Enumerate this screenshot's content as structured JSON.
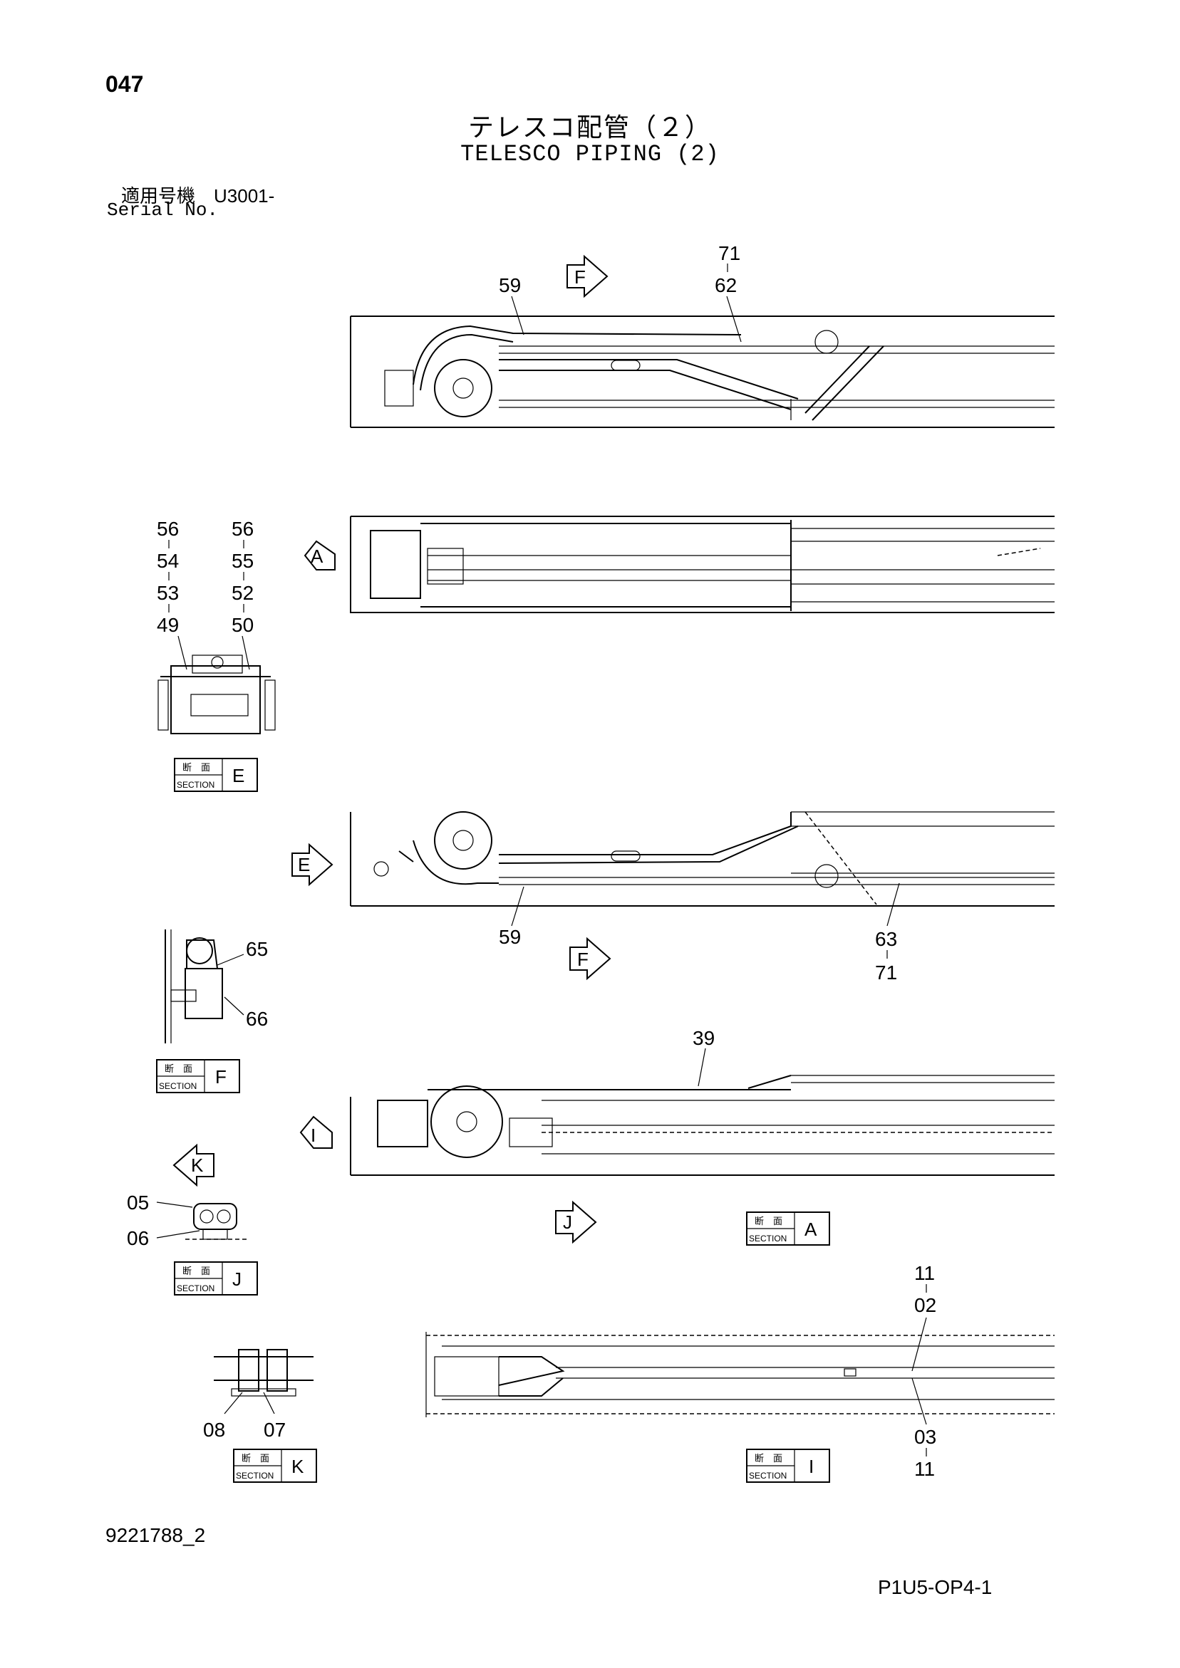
{
  "page": {
    "number": "047",
    "title_ja": "テレスコ配管（２）",
    "title_en": "TELESCO PIPING (2)",
    "serial_label_ja": "適用号機　U3001-",
    "serial_label_en": "Serial No.",
    "doc_code": "9221788_2",
    "sheet_code": "P1U5-OP4-1"
  },
  "part_labels": {
    "top_view_1": [
      "71",
      "62",
      "59"
    ],
    "section_e_stack_left": [
      "56",
      "54",
      "53",
      "49"
    ],
    "section_e_stack_right": [
      "56",
      "55",
      "52",
      "50"
    ],
    "view_3": [
      "59",
      "63",
      "71"
    ],
    "section_f": [
      "65",
      "66"
    ],
    "view_4": [
      "39"
    ],
    "section_j": [
      "05",
      "06"
    ],
    "section_i": [
      "11",
      "02",
      "03",
      "11"
    ],
    "section_k": [
      "08",
      "07"
    ]
  },
  "view_arrows": {
    "f_top": "F",
    "a_left": "A",
    "e_left": "E",
    "f_mid": "F",
    "i_left": "I",
    "k_left": "K",
    "j_bottom": "J"
  },
  "sections": {
    "heading_ja": "断　面",
    "heading_en": "SECTION",
    "e": "E",
    "f": "F",
    "j": "J",
    "a": "A",
    "k": "K",
    "i": "I"
  }
}
